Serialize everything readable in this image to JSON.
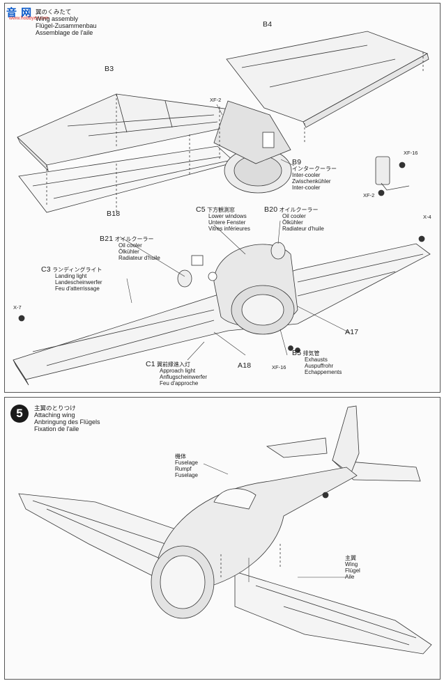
{
  "watermark": {
    "logo_text": "音 网",
    "site": "www.hobbyer.com"
  },
  "step4": {
    "title_jp": "翼のくみたて",
    "title_en": "Wing assembly",
    "title_de": "Flügel-Zusammenbau",
    "title_fr": "Assemblage de l'aile"
  },
  "parts": {
    "b4": "B4",
    "b3": "B3",
    "b18": "B18",
    "xf2_top": "XF-2",
    "b9": {
      "code": "B9",
      "jp": "インタークーラー",
      "en": "Inter-cooler",
      "de": "Zwischenkühler",
      "fr": "Inter-cooler"
    },
    "xf16_right": "XF-16",
    "xf2_right": "XF-2",
    "c5": {
      "code": "C5",
      "jp": "下方観測窓",
      "en": "Lower windows",
      "de": "Untere Fenster",
      "fr": "Vitres inférieures"
    },
    "b20": {
      "code": "B20",
      "jp": "オイルクーラー",
      "en": "Oil cooler",
      "de": "Ölkühler",
      "fr": "Radiateur d'huile"
    },
    "b21": {
      "code": "B21",
      "jp": "オイルクーラー",
      "en": "Oil cooler",
      "de": "Ölkühler",
      "fr": "Radiateur d'huile"
    },
    "x4": "X-4",
    "c3": {
      "code": "C3",
      "jp": "ランディングライト",
      "en": "Landing light",
      "de": "Landescheinwerfer",
      "fr": "Feu d'atterrissage"
    },
    "x7": "X-7",
    "a17": "A17",
    "b5": {
      "code": "B5",
      "jp": "排気管",
      "en": "Exhausts",
      "de": "Auspuffrohr",
      "fr": "Echappements"
    },
    "xf16_bottom": "XF-16",
    "a18": "A18",
    "c1": {
      "code": "C1",
      "jp": "翼前縁進入灯",
      "en": "Approach light",
      "de": "Anflugscheinwerfer",
      "fr": "Feu d'approche"
    }
  },
  "step5": {
    "number": "5",
    "title_jp": "主翼のとりつけ",
    "title_en": "Attaching wing",
    "title_de": "Anbringung des Flügels",
    "title_fr": "Fixation de l'aile",
    "fuselage": {
      "jp": "機体",
      "en": "Fuselage",
      "de": "Rumpf",
      "fr": "Fuselage"
    },
    "wing": {
      "jp": "主翼",
      "en": "Wing",
      "de": "Flügel",
      "fr": "Aile"
    }
  }
}
